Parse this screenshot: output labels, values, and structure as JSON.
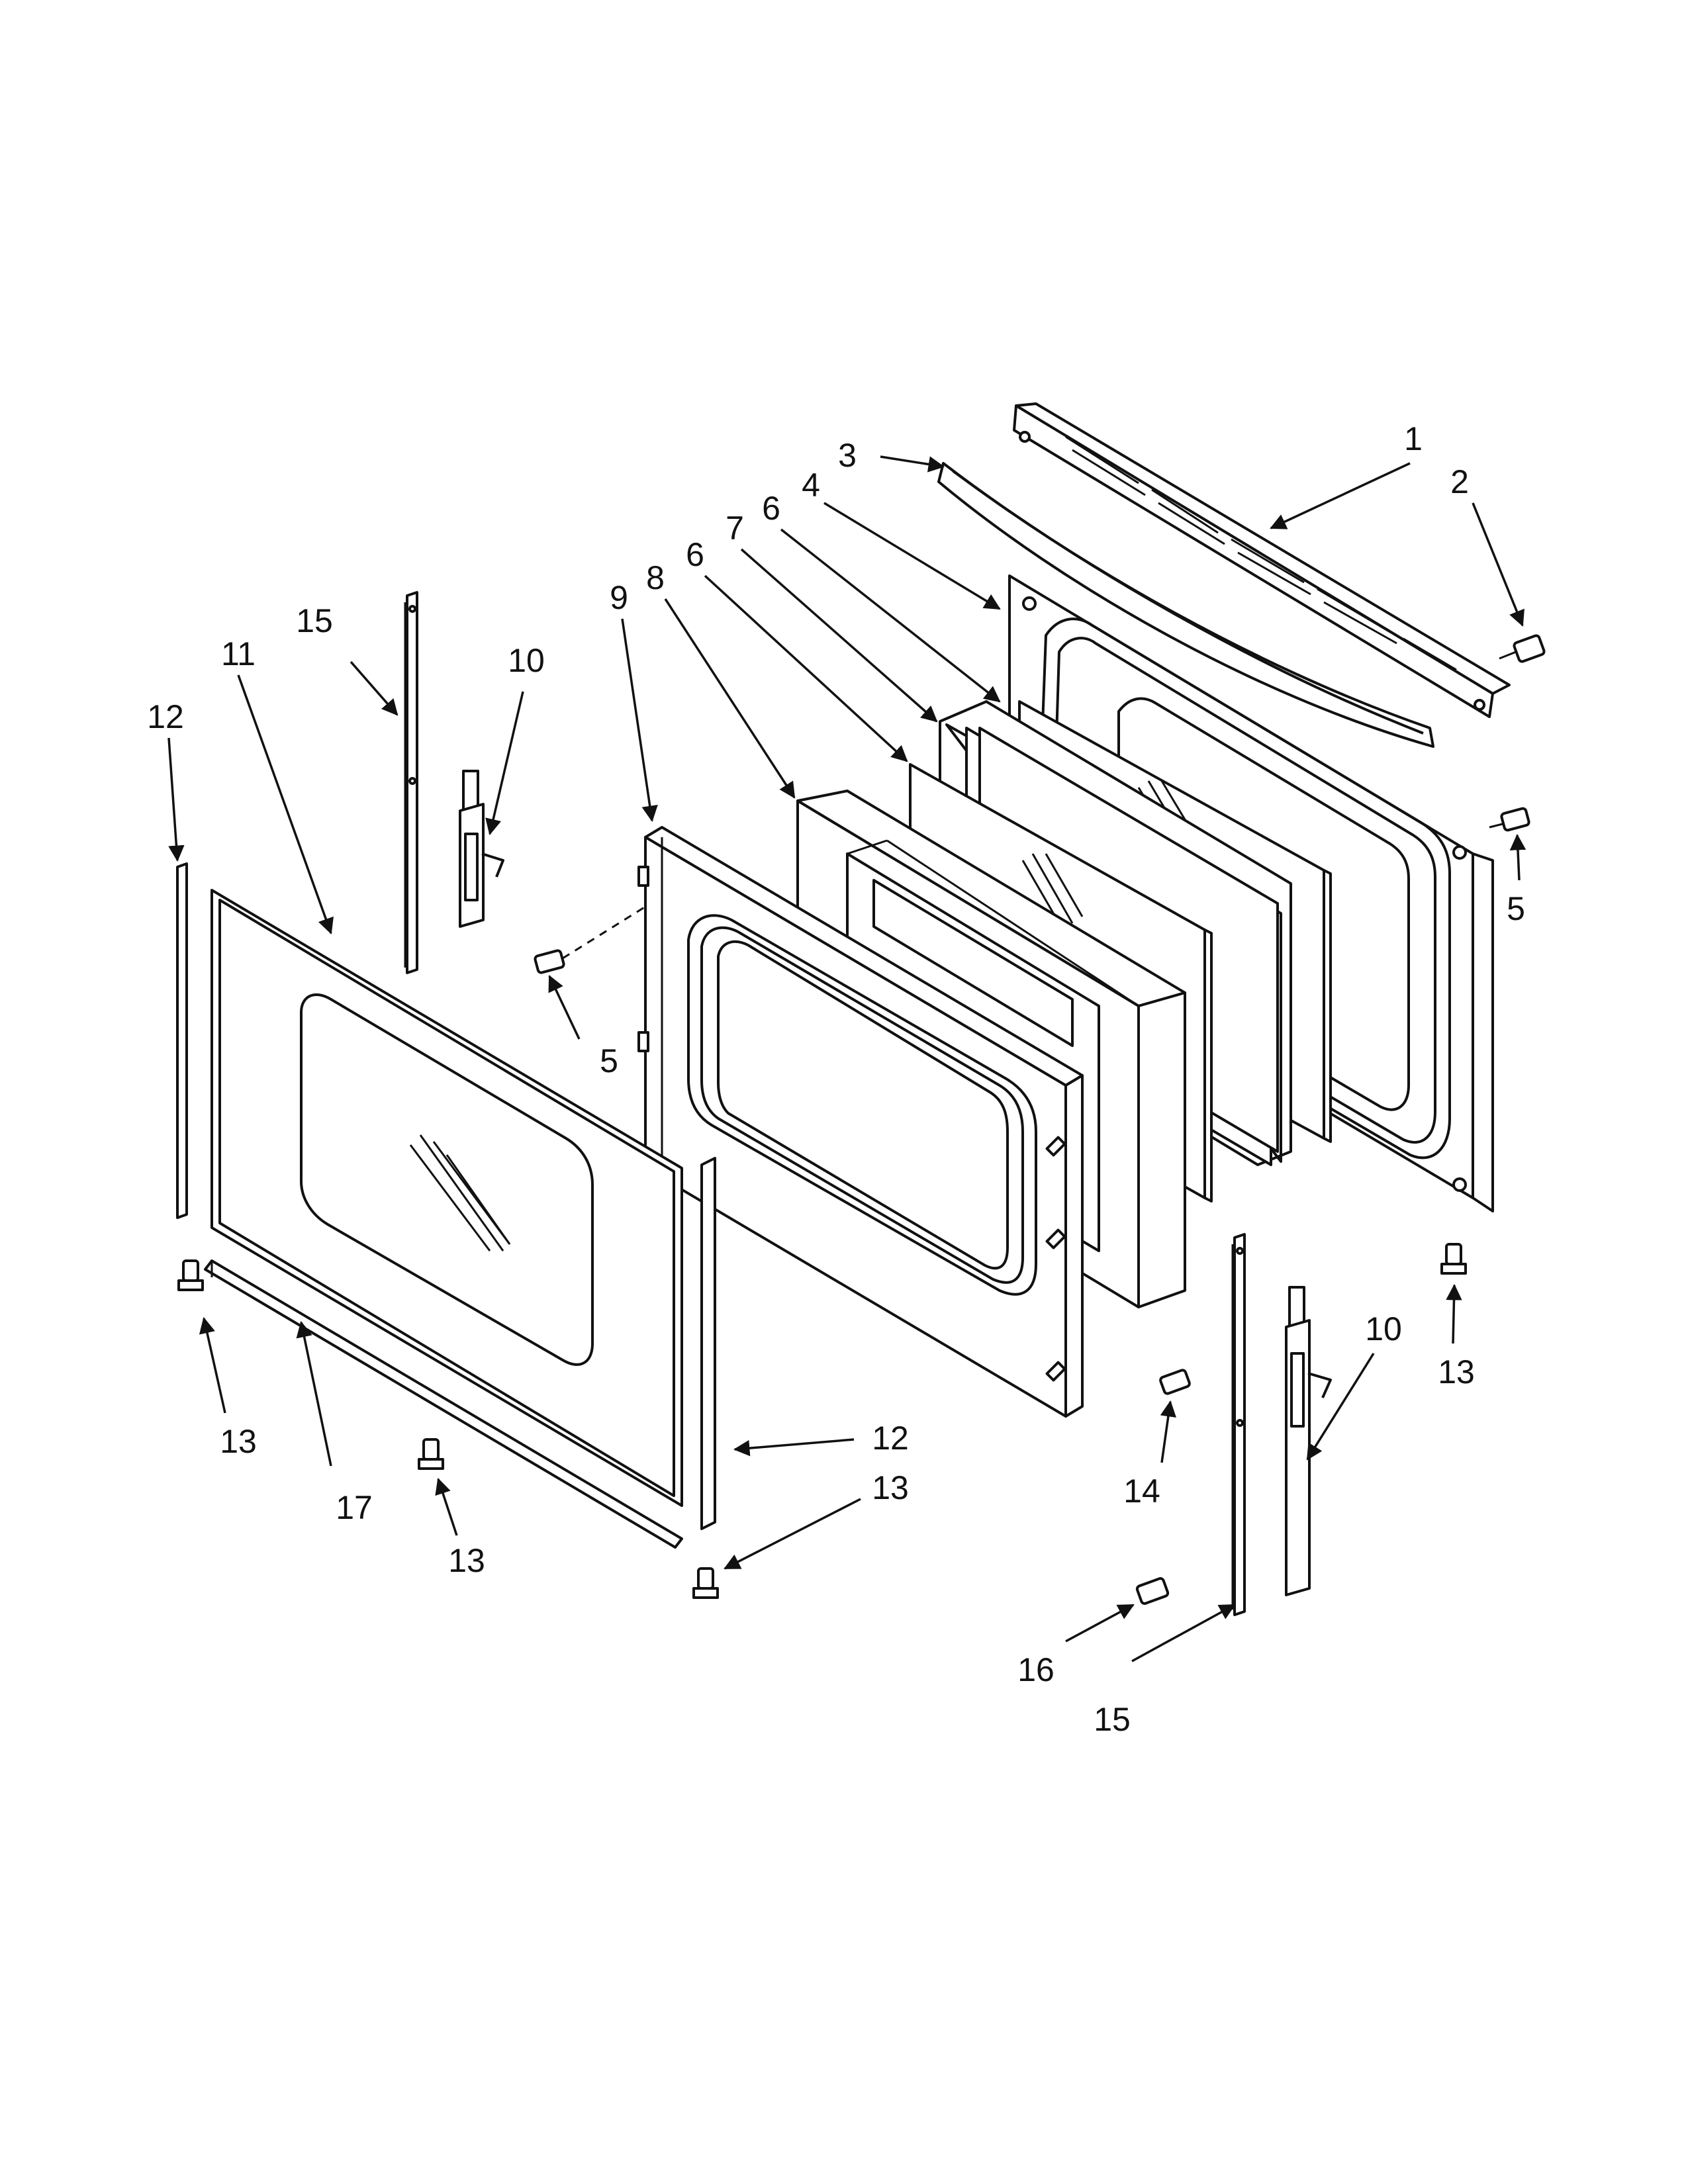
{
  "colors": {
    "line": "#111111",
    "background": "#ffffff"
  },
  "callouts": {
    "c1": "1",
    "c2": "2",
    "c3": "3",
    "c4": "4",
    "c6a": "6",
    "c6b": "6",
    "c7": "7",
    "c8": "8",
    "c9": "9",
    "c5a": "5",
    "c5b": "5",
    "c10a": "10",
    "c10b": "10",
    "c11": "11",
    "c12a": "12",
    "c12b": "12",
    "c13a": "13",
    "c13b": "13",
    "c13c": "13",
    "c13d": "13",
    "c14": "14",
    "c15a": "15",
    "c15b": "15",
    "c16": "16",
    "c17": "17"
  }
}
